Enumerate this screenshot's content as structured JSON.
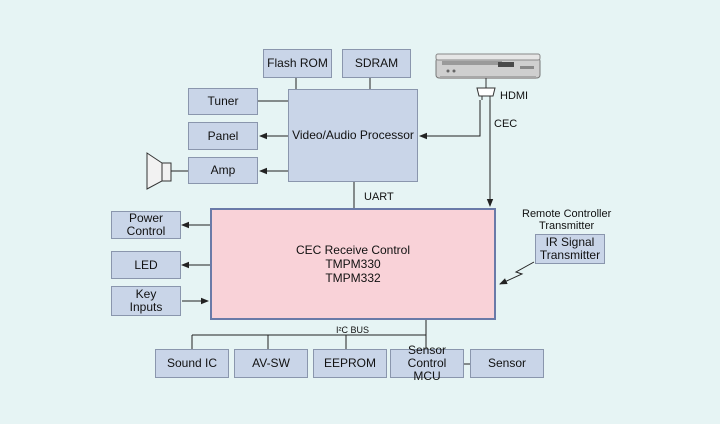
{
  "blocks": {
    "flash_rom": "Flash ROM",
    "sdram": "SDRAM",
    "tuner": "Tuner",
    "panel": "Panel",
    "amp": "Amp",
    "video_audio_processor": "Video/Audio Processor",
    "power_control": "Power\nControl",
    "led": "LED",
    "key_inputs": "Key\nInputs",
    "ir_signal_transmitter": "IR Signal\nTransmitter",
    "sound_ic": "Sound IC",
    "av_sw": "AV-SW",
    "eeprom": "EEPROM",
    "sensor_control_mcu": "Sensor Control\nMCU",
    "sensor": "Sensor"
  },
  "main_block": {
    "title": "CEC Receive Control",
    "line2": "TMPM330",
    "line3": "TMPM332"
  },
  "labels": {
    "hdmi": "HDMI",
    "cec": "CEC",
    "uart": "UART",
    "i2c_bus": "I²C BUS",
    "remote_controller_transmitter": "Remote Controller\nTransmitter"
  },
  "colors": {
    "background": "#e6f4f4",
    "block_fill": "#c9d5e8",
    "main_fill": "#f9d2d8",
    "line": "#222222"
  },
  "icons": [
    "speaker-icon",
    "dvd-player-icon",
    "hdmi-connector-icon",
    "ir-signal-icon"
  ]
}
